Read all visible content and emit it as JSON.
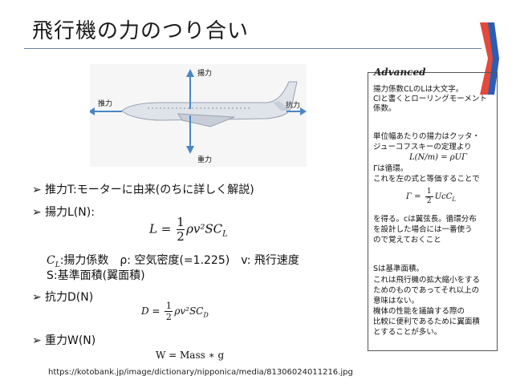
{
  "title": "飛行機の力のつり合い",
  "figure": {
    "labels": {
      "lift": "揚力",
      "thrust": "推力",
      "drag": "抗力",
      "weight": "重力"
    }
  },
  "bullets": {
    "thrust": "推力T:モーターに由来(のちに詳しく解説)",
    "lift": "揚力L(N):",
    "lift_desc1": ":揚力係数　ρ: 空気密度(=1.225)　v: 飛行速度",
    "lift_desc2": "S:基準面積(翼面積)",
    "drag": "抗力D(N)",
    "weight": "重力W(N)",
    "weight_eq": "W = Mass ∗ g"
  },
  "source": "https://kotobank.jp/image/dictionary/nipponica/media/81306024011216.jpg",
  "advanced": {
    "label": "Advanced",
    "lines": [
      "揚力係数CLのLは大文字。",
      "Clと書くとローリングモーメント",
      "係数。",
      "",
      "単位幅あたりの揚力はクッタ・",
      "ジューコフスキーの定理より",
      "Γは循環。",
      "これを左の式と等価することで",
      "を得る。cは翼弦長。循環分布",
      "を設計した場合には一番使う",
      "ので覚えておくこと",
      "",
      "Sは基準面積。",
      "これは飛行機の拡大縮小をする",
      "ためのものであってそれ以上の",
      "意味はない。",
      "機体の性能を議論する際の",
      "比較に便利であるために翼面積",
      "とすることが多い。"
    ],
    "eq1": "L(N/m) = ρUΓ",
    "eq2_lhs": "Γ =",
    "eq2_rhs": "UcC"
  }
}
